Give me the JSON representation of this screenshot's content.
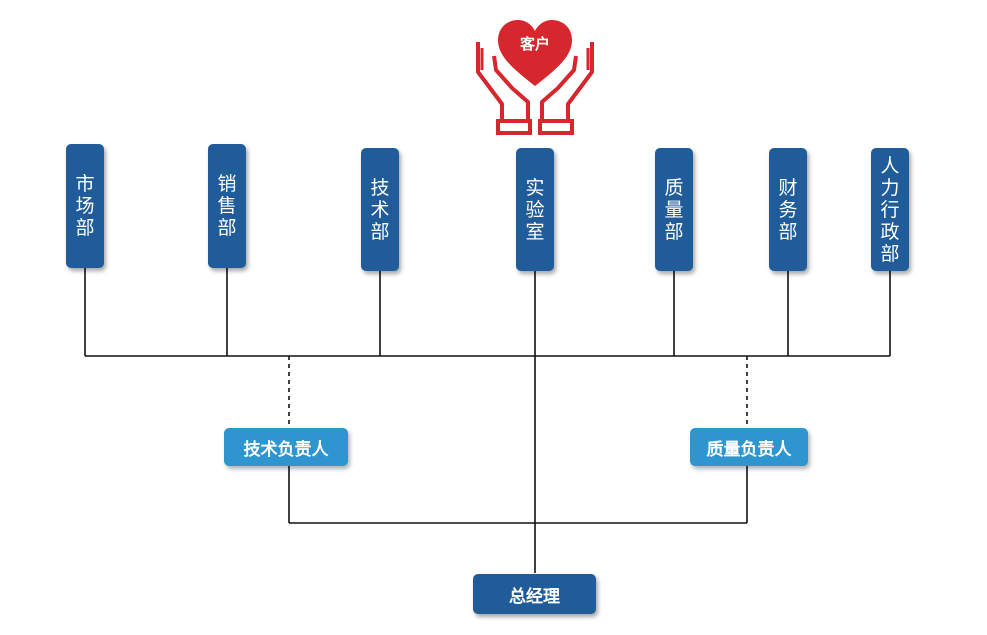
{
  "customer": {
    "label": "客户",
    "icon": "heart-in-hands-icon",
    "color": "#d6262e"
  },
  "departments": [
    {
      "id": "market",
      "label": "市场部"
    },
    {
      "id": "sales",
      "label": "销售部"
    },
    {
      "id": "tech",
      "label": "技术部"
    },
    {
      "id": "lab",
      "label": "实验室"
    },
    {
      "id": "quality",
      "label": "质量部"
    },
    {
      "id": "finance",
      "label": "财务部"
    },
    {
      "id": "hr",
      "label": "人力行政部"
    }
  ],
  "leads": {
    "tech_lead": "技术负责人",
    "quality_lead": "质量负责人"
  },
  "general_manager": "总经理",
  "colors": {
    "department_fill": "#1f5c99",
    "lead_fill": "#2e95cf",
    "manager_fill": "#1f5c99",
    "connector": "#111111"
  }
}
